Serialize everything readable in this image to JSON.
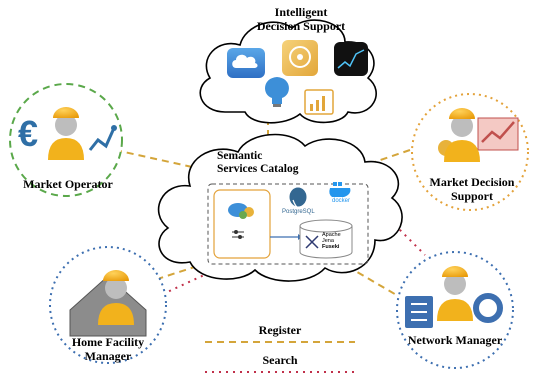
{
  "title_cloud": {
    "line1": "Intelligent",
    "line2": "Decision Support"
  },
  "catalog": {
    "line1": "Semantic",
    "line2": "Services Catalog"
  },
  "logos": {
    "postgres": "PostgreSQL",
    "docker": "docker",
    "jena1": "Apache",
    "jena2": "Jena",
    "jena3": "Fuseki"
  },
  "actors": {
    "market_operator": "Market Operator",
    "market_decision": {
      "line1": "Market Decision",
      "line2": "Support"
    },
    "home_facility": {
      "line1": "Home Facility",
      "line2": "Manager"
    },
    "network_manager": "Network Manager"
  },
  "legend": {
    "register": "Register",
    "search": "Search"
  },
  "colors": {
    "register_line": "#d4a53a",
    "search_line": "#c0304a",
    "green_ring": "#5aa84a",
    "blue_ring": "#3d6fb0",
    "orange_ring": "#e3a23a"
  },
  "icons": [
    "cloud-brain-icon",
    "ai-head-icon",
    "stock-chart-icon",
    "lightbulb-brain-icon",
    "growth-chart-icon",
    "euro-icon",
    "trend-line-icon",
    "gear-icon",
    "checklist-icon",
    "house-icon"
  ]
}
